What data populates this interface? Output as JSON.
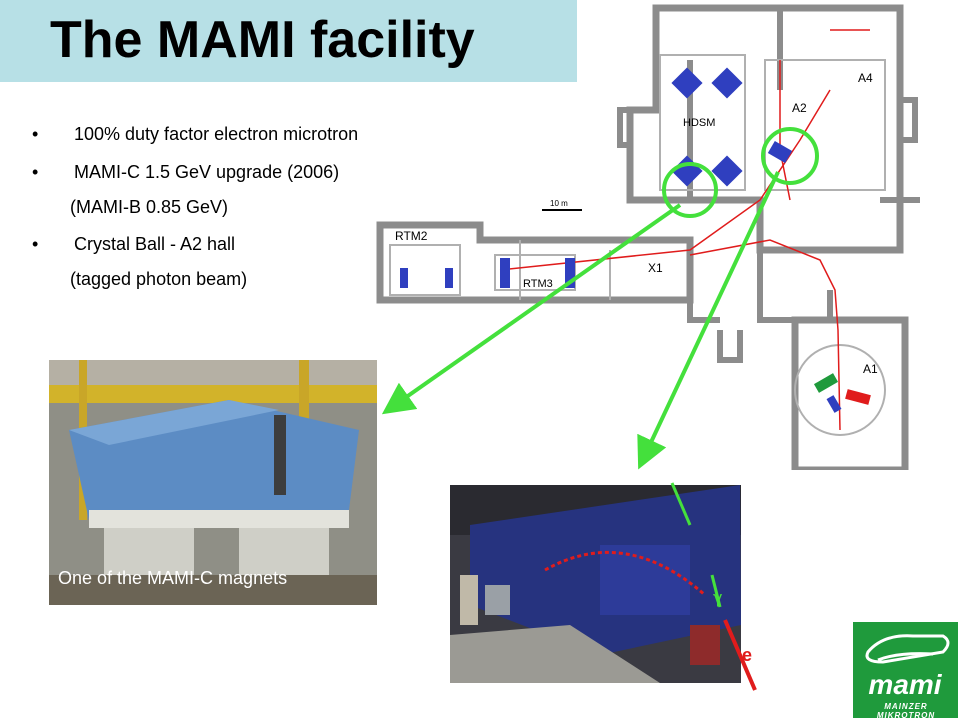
{
  "title": "The MAMI facility",
  "bullets": [
    {
      "text": "100% duty factor electron microtron",
      "bullet": true
    },
    {
      "text": "MAMI-C 1.5 GeV upgrade (2006)",
      "bullet": true
    },
    {
      "text": "(MAMI-B 0.85 GeV)",
      "bullet": false
    },
    {
      "text": "Crystal Ball - A2 hall",
      "bullet": true
    },
    {
      "text": "(tagged photon beam)",
      "bullet": false
    }
  ],
  "bullet_glyph": "•",
  "floorplan": {
    "labels": {
      "a4": "A4",
      "a2": "A2",
      "hdsm": "HDSM",
      "scale": "10 m",
      "rtm2": "RTM2",
      "rtm3": "RTM3",
      "x1": "X1",
      "a1": "A1"
    }
  },
  "magnet_photo": {
    "caption": "One of the MAMI-C magnets"
  },
  "hall_photo": {
    "e_label": "e",
    "gamma_label": "γ"
  },
  "logo": {
    "text": "mami",
    "subtitle": "MAINZER MIKROTRON"
  },
  "colors": {
    "title_band": "#b7e0e6",
    "arrow_green": "#44e03c",
    "beam_red": "#e01c1c",
    "logo_green": "#1f9a3c",
    "magnet_blue": "#2f3fbf"
  }
}
